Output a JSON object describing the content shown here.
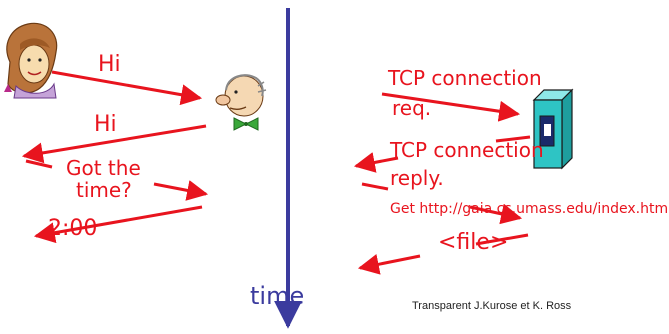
{
  "colors": {
    "arrow": "#e8141e",
    "text": "#e8141e",
    "timeline": "#3b3b9e",
    "server": "#2ec4c4"
  },
  "human": {
    "left_figure_icon": "woman-face-icon",
    "right_figure_icon": "man-face-icon",
    "msg_hi_1": "Hi",
    "msg_hi_2": "Hi",
    "msg_got_the": "Got the",
    "msg_time": "time?",
    "msg_reply": "2:00"
  },
  "timeline": {
    "label": "time"
  },
  "network": {
    "server_icon": "server-tower-icon",
    "conn_req_1": "TCP connection",
    "conn_req_2": "req.",
    "conn_reply_1": "TCP connection",
    "conn_reply_2": "reply.",
    "get_request": "Get http://gaia.cs.umass.edu/index.htm",
    "file": "<file>"
  },
  "credit": "Transparent J.Kurose et K. Ross"
}
